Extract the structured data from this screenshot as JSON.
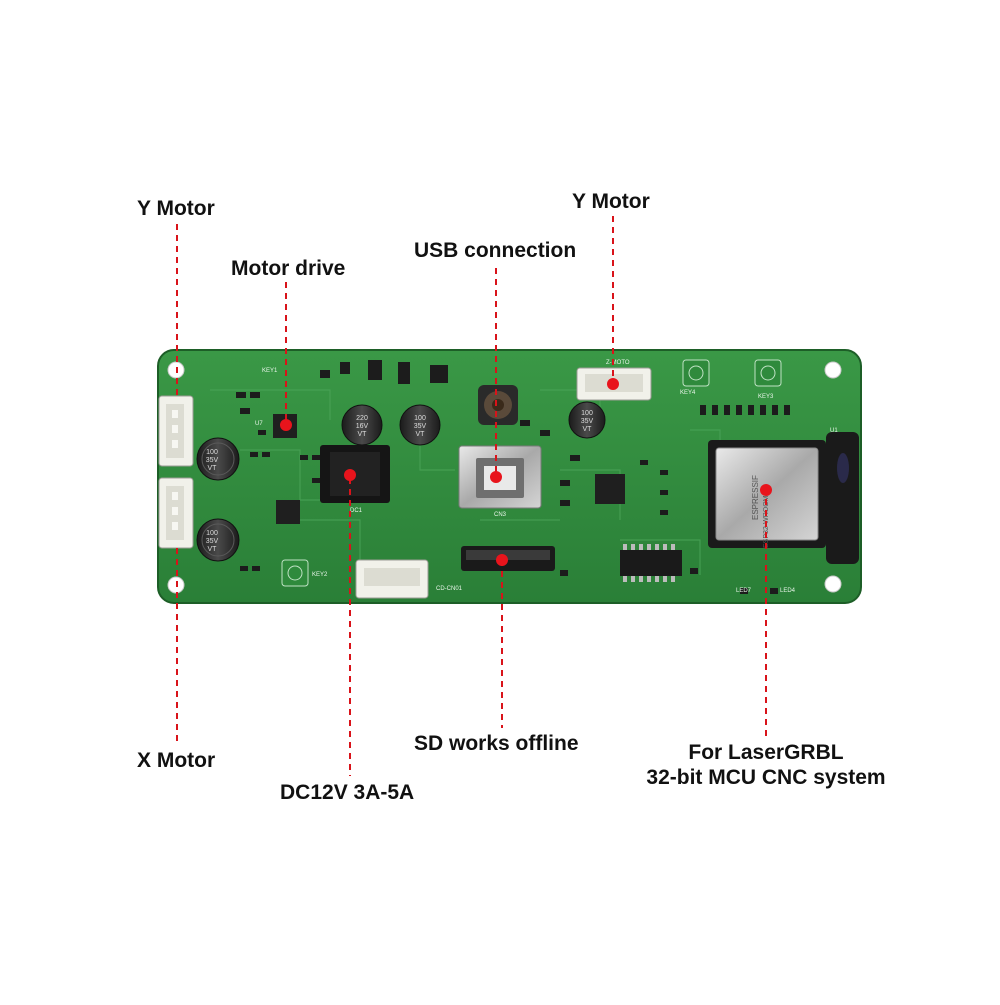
{
  "labels": {
    "y_motor_left": "Y Motor",
    "motor_drive": "Motor drive",
    "usb_connection": "USB connection",
    "y_motor_right": "Y Motor",
    "x_motor": "X Motor",
    "dc_power": "DC12V 3A-5A",
    "sd_offline": "SD works offline",
    "laser_line1": "For LaserGRBL",
    "laser_line2": "32-bit MCU CNC system"
  },
  "silkscreen": {
    "esp_brand": "ESPRESSIF",
    "esp_model": "ESP32-WROOM-32",
    "cap1": [
      "220",
      "16V",
      "VT"
    ],
    "cap2": [
      "100",
      "35V",
      "VT"
    ],
    "cap3": [
      "100",
      "35V",
      "VT"
    ],
    "cap4": [
      "100",
      "35V",
      "VT"
    ],
    "cap5": [
      "100",
      "35V",
      "VT"
    ],
    "key1": "KEY1",
    "key2": "KEY2",
    "key3": "KEY3",
    "key4": "KEY4",
    "z_moto": "Z-MOTO",
    "cn3": "CN3",
    "dc1": "DC1",
    "led7": "LED7",
    "led4": "LED4",
    "u1": "U1",
    "u7": "U7",
    "cd_cn01": "CD-CN01"
  },
  "colors": {
    "pcb": "#2f8a3c",
    "pcb_dark": "#1f6a2c",
    "marker": "#e8141c",
    "leader": "#d9131a",
    "connector": "#f1f1ea"
  }
}
